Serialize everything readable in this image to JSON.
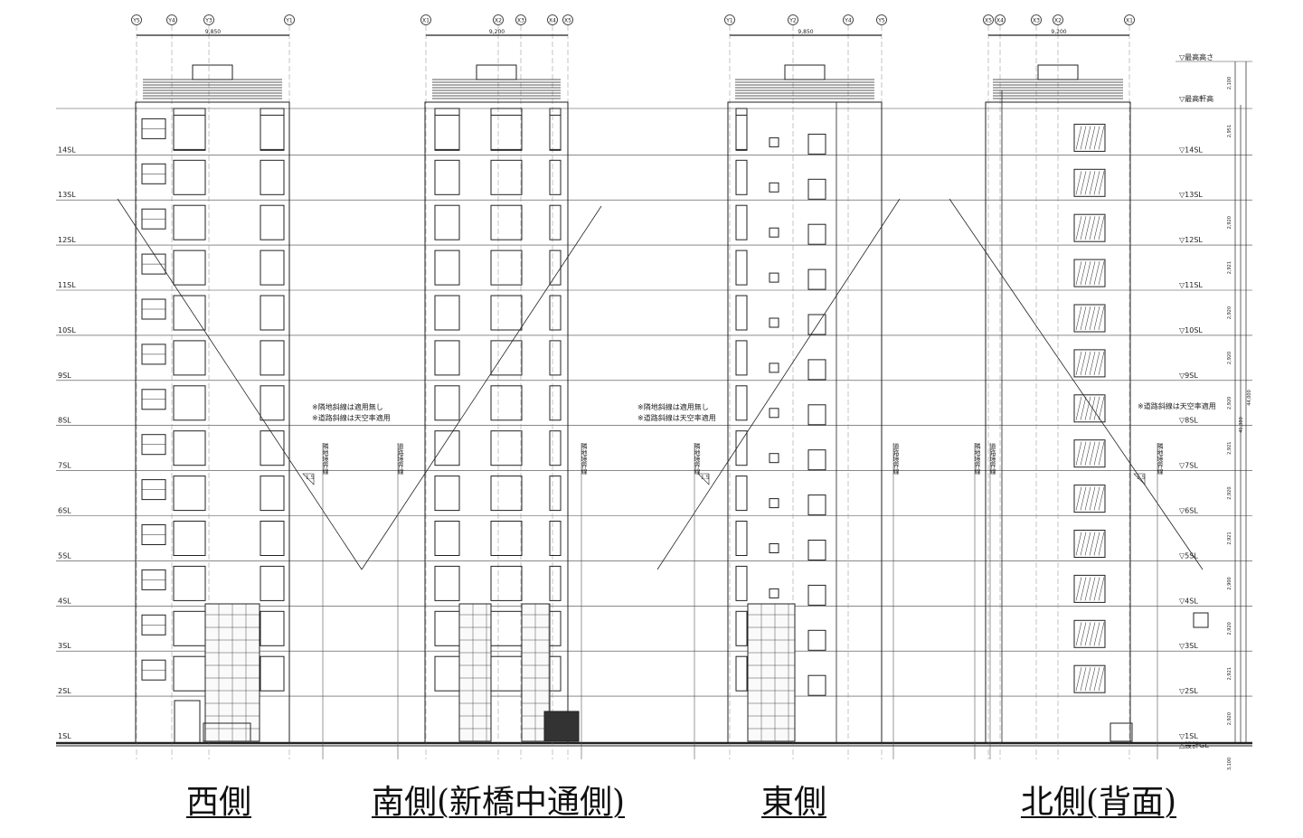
{
  "elevations": [
    {
      "title": "西側",
      "grids": [
        "Y5",
        "Y4",
        "Y3",
        "Y1"
      ],
      "span": "9,850"
    },
    {
      "title": "南側(新橋中通側)",
      "grids": [
        "X1",
        "X2",
        "X3",
        "X4",
        "X5"
      ],
      "span": "9,200"
    },
    {
      "title": "東側",
      "grids": [
        "Y1",
        "Y2",
        "Y4",
        "Y5"
      ],
      "span": "9,850"
    },
    {
      "title": "北側(背面)",
      "grids": [
        "X5",
        "X4",
        "X3",
        "X2",
        "X1"
      ],
      "span": "9,200"
    }
  ],
  "left_floor_labels": [
    "14SL",
    "13SL",
    "12SL",
    "11SL",
    "10SL",
    "9SL",
    "8SL",
    "7SL",
    "6SL",
    "5SL",
    "4SL",
    "3SL",
    "2SL",
    "1SL"
  ],
  "right_levels": [
    "▽最高高さ",
    "▽最高軒高",
    "▽14SL",
    "▽13SL",
    "▽12SL",
    "▽11SL",
    "▽10SL",
    "▽9SL",
    "▽8SL",
    "▽7SL",
    "▽6SL",
    "▽5SL",
    "▽4SL",
    "▽3SL",
    "▽2SL",
    "▽1SL",
    "△設計GL"
  ],
  "right_dims": [
    "2,100",
    "2,951",
    "2,920",
    "2,921",
    "2,920",
    "2,920",
    "2,920",
    "2,921",
    "2,920",
    "2,921",
    "2,900",
    "2,920",
    "2,921",
    "2,920",
    "3,100"
  ],
  "total_dims": [
    "41,380",
    "44,000"
  ],
  "notes": {
    "adjacent": "※隣地斜線は適用無し",
    "road": "※道路斜線は天空率適用"
  },
  "boundary_labels": {
    "adjacent": "隣地境界線",
    "road": "道路境界線"
  },
  "slope_label": "1.5",
  "colors": {
    "line": "#222222",
    "grid": "#555555"
  }
}
